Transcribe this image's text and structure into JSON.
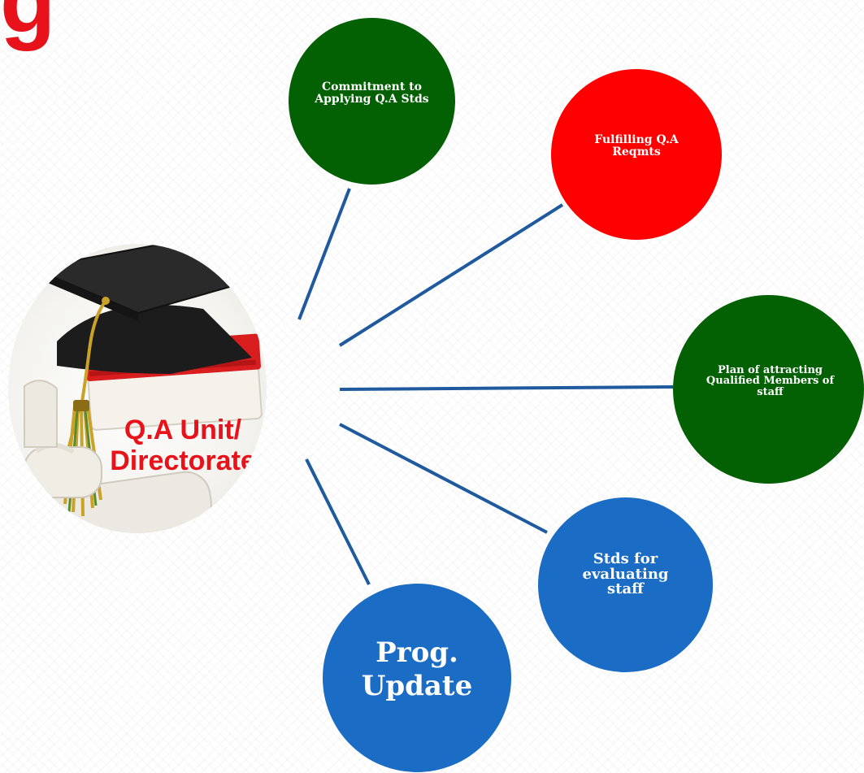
{
  "diagram": {
    "title_fragment": "g",
    "hub": {
      "label_line1": "Q.A Unit/",
      "label_line2": "Directorate"
    },
    "nodes": [
      {
        "id": "commitment",
        "label": "Commitment to Applying Q.A Stds",
        "color": "#036003"
      },
      {
        "id": "fulfilling",
        "label": "Fulfilling Q.A Reqmts",
        "color": "#ff0000"
      },
      {
        "id": "plan",
        "label": "Plan of attracting Qualified Members of staff",
        "color": "#036003"
      },
      {
        "id": "stds-evaluating",
        "label": "Stds for evaluating staff",
        "color": "#1a6cc4"
      },
      {
        "id": "prog-update",
        "label": "Prog. Update",
        "color": "#1a6cc4"
      }
    ],
    "connector_color": "#1f5a9e"
  }
}
